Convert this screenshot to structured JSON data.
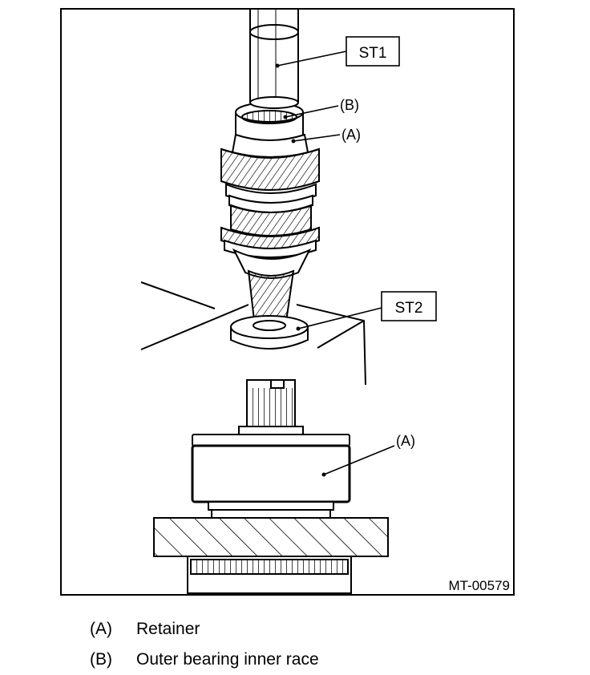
{
  "figure": {
    "code": "MT-00579",
    "callouts": {
      "st1": "ST1",
      "st2": "ST2",
      "b": "(B)",
      "a_upper": "(A)",
      "a_lower": "(A)"
    }
  },
  "legend": [
    {
      "key": "(A)",
      "text": "Retainer"
    },
    {
      "key": "(B)",
      "text": "Outer bearing inner race"
    }
  ]
}
